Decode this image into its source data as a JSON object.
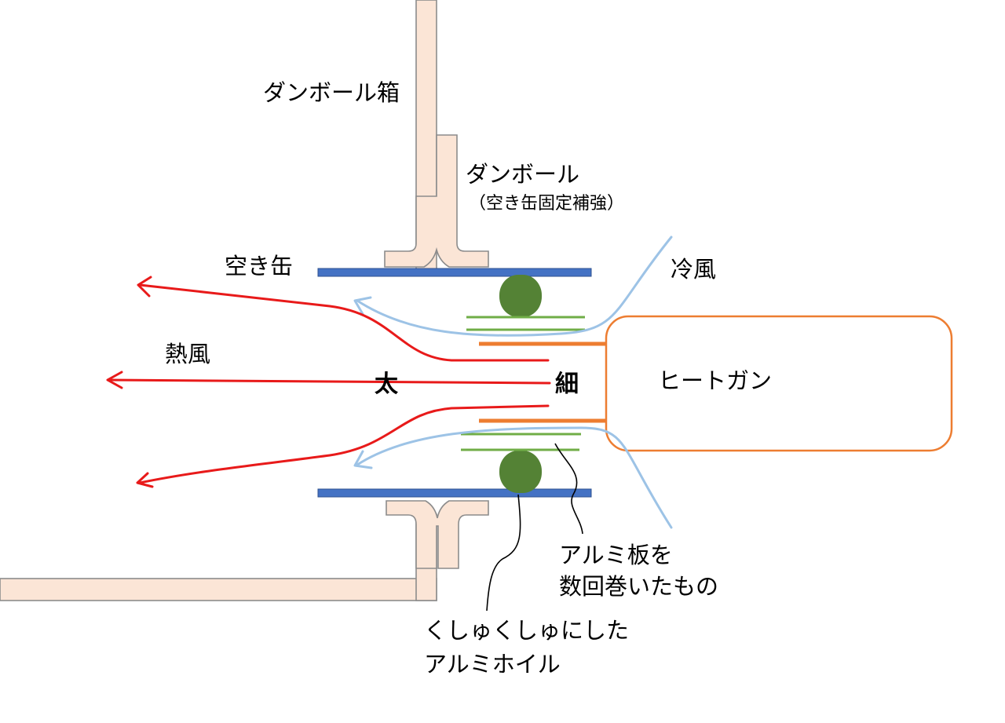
{
  "labels": {
    "cardboard_box": "ダンボール箱",
    "cardboard": "ダンボール",
    "cardboard_note": "（空き缶固定補強）",
    "empty_can": "空き缶",
    "cold_air": "冷風",
    "hot_air": "熱風",
    "thick": "太",
    "thin": "細",
    "heat_gun": "ヒートガン",
    "aluminum_plate_line1": "アルミ板を",
    "aluminum_plate_line2": "数回巻いたもの",
    "crumpled_foil_line1": "くしゅくしゅにした",
    "crumpled_foil_line2": "アルミホイル"
  },
  "colors": {
    "cardboard_fill": "#fbe5d6",
    "cardboard_stroke": "#8c8c8c",
    "can": "#4472c4",
    "foil_ball": "#548235",
    "aluminum_plate": "#70ad47",
    "heat_gun": "#ed7d31",
    "hot_air": "#e81a1a",
    "cold_air": "#9dc3e6",
    "leader_line": "#000000"
  }
}
